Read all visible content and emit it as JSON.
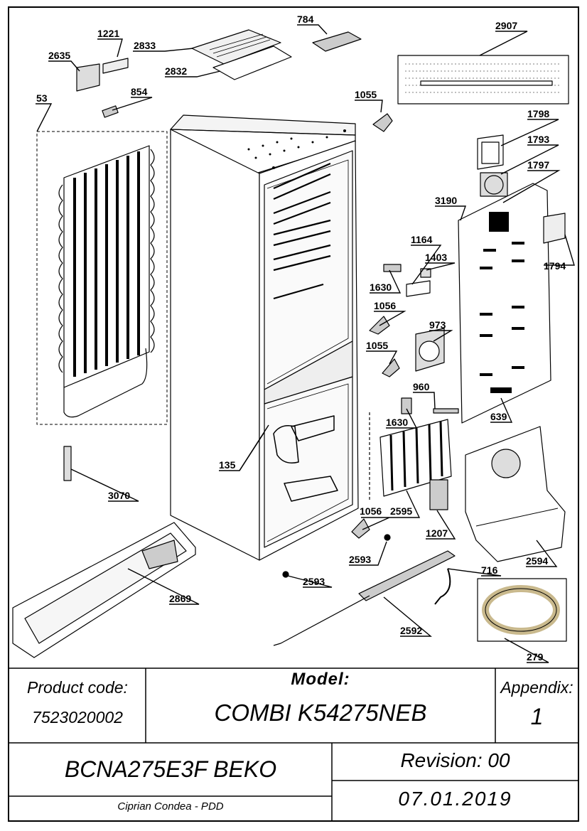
{
  "parts": [
    {
      "id": "p53",
      "label": "53"
    },
    {
      "id": "p2635",
      "label": "2635"
    },
    {
      "id": "p1221",
      "label": "1221"
    },
    {
      "id": "p2833",
      "label": "2833"
    },
    {
      "id": "p2832",
      "label": "2832"
    },
    {
      "id": "p784",
      "label": "784"
    },
    {
      "id": "p854",
      "label": "854"
    },
    {
      "id": "p2907",
      "label": "2907"
    },
    {
      "id": "p1055a",
      "label": "1055"
    },
    {
      "id": "p1798",
      "label": "1798"
    },
    {
      "id": "p1793",
      "label": "1793"
    },
    {
      "id": "p1797",
      "label": "1797"
    },
    {
      "id": "p3190",
      "label": "3190"
    },
    {
      "id": "p1794",
      "label": "1794"
    },
    {
      "id": "p1164",
      "label": "1164"
    },
    {
      "id": "p1403",
      "label": "1403"
    },
    {
      "id": "p1630a",
      "label": "1630"
    },
    {
      "id": "p1056a",
      "label": "1056"
    },
    {
      "id": "p973",
      "label": "973"
    },
    {
      "id": "p1055b",
      "label": "1055"
    },
    {
      "id": "p960",
      "label": "960"
    },
    {
      "id": "p639",
      "label": "639"
    },
    {
      "id": "p1630b",
      "label": "1630"
    },
    {
      "id": "p135",
      "label": "135"
    },
    {
      "id": "p3070",
      "label": "3070"
    },
    {
      "id": "p1056b",
      "label": "1056"
    },
    {
      "id": "p2595",
      "label": "2595"
    },
    {
      "id": "p1207",
      "label": "1207"
    },
    {
      "id": "p2593a",
      "label": "2593"
    },
    {
      "id": "p2594",
      "label": "2594"
    },
    {
      "id": "p2593b",
      "label": "2593"
    },
    {
      "id": "p716",
      "label": "716"
    },
    {
      "id": "p2869",
      "label": "2869"
    },
    {
      "id": "p2592",
      "label": "2592"
    },
    {
      "id": "p279",
      "label": "279"
    }
  ],
  "title_block": {
    "product_code_label": "Product code:",
    "product_code": "7523020002",
    "model_label": "Model:",
    "model": "COMBI K54275NEB",
    "appendix_label": "Appendix:",
    "appendix": "1",
    "product_name": "BCNA275E3F BEKO",
    "revision": "Revision: 00",
    "author": "Ciprian Condea - PDD",
    "date": "07.01.2019"
  }
}
